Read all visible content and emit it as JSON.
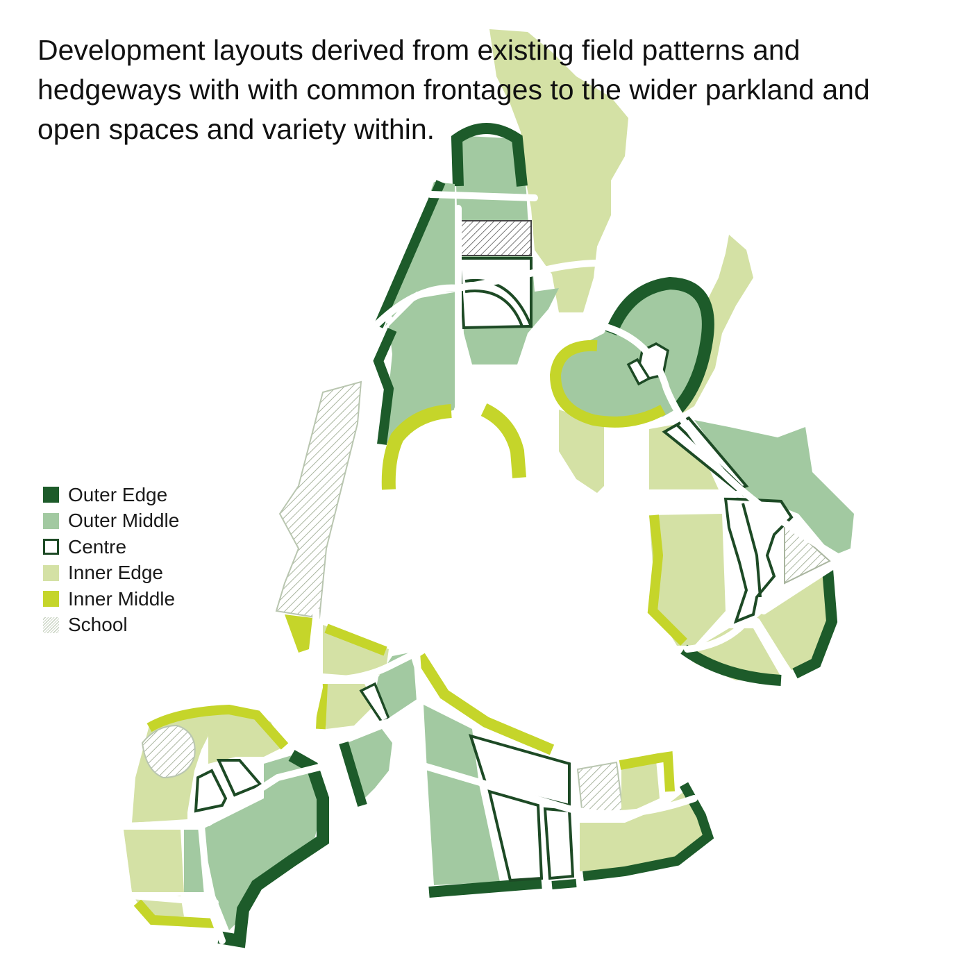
{
  "caption": "Development layouts derived from existing field patterns and hedgeways with with common frontages to the wider parkland and open spaces and variety within.",
  "colors": {
    "outer_edge": "#1d5b2a",
    "outer_middle": "#a2c9a1",
    "centre_outline": "#1d4a25",
    "inner_edge": "#d4e1a5",
    "inner_middle": "#c5d52a",
    "school_hatch": "#b9c6b0",
    "background": "#ffffff"
  },
  "legend": [
    {
      "id": "outer-edge",
      "label": "Outer Edge"
    },
    {
      "id": "outer-middle",
      "label": "Outer Middle"
    },
    {
      "id": "centre",
      "label": "Centre"
    },
    {
      "id": "inner-edge",
      "label": "Inner Edge"
    },
    {
      "id": "inner-middle",
      "label": "Inner Middle"
    },
    {
      "id": "school",
      "label": "School"
    }
  ]
}
